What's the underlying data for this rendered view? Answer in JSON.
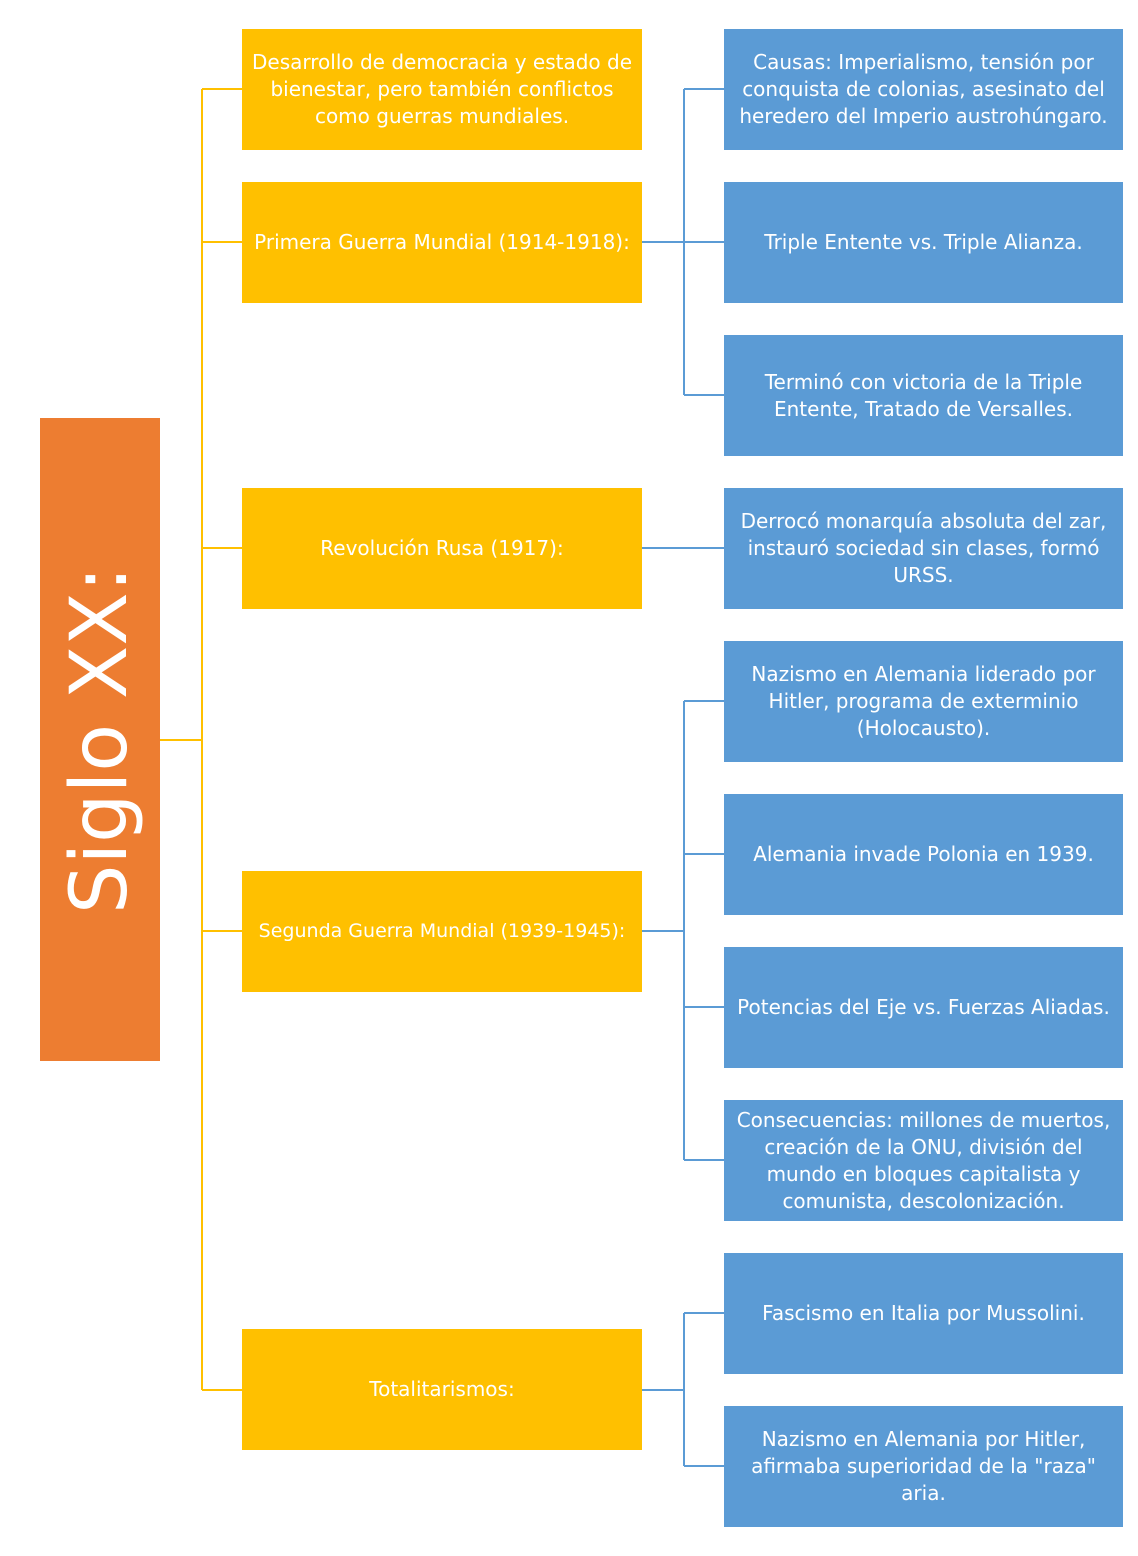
{
  "root": {
    "label": "Siglo XX:"
  },
  "colors": {
    "root": "#ED7D31",
    "branch": "#FFC000",
    "leaf": "#5B9BD5",
    "text": "#FFFFFF"
  },
  "branches": [
    {
      "label": "Desarrollo de democracia y estado de bienestar, pero también conflictos como guerras mundiales.",
      "children": []
    },
    {
      "label": "Primera Guerra Mundial (1914-1918):",
      "children": [
        "Causas: Imperialismo, tensión por conquista de colonias, asesinato del heredero del Imperio austrohúngaro.",
        "Triple Entente vs. Triple Alianza.",
        "Terminó con victoria de la Triple Entente, Tratado de Versalles."
      ]
    },
    {
      "label": "Revolución Rusa (1917):",
      "children": [
        "Derrocó monarquía absoluta del zar, instauró sociedad sin clases, formó URSS."
      ]
    },
    {
      "label": "Segunda Guerra Mundial (1939-1945):",
      "children": [
        "Nazismo en Alemania liderado por Hitler, programa de exterminio (Holocausto).",
        "Alemania invade Polonia en 1939.",
        "Potencias del Eje vs. Fuerzas Aliadas.",
        "Consecuencias: millones de muertos, creación de la ONU, división del mundo en bloques capitalista y comunista, descolonización."
      ]
    },
    {
      "label": "Totalitarismos:",
      "children": [
        "Fascismo en Italia por Mussolini.",
        "Nazismo en Alemania por Hitler, afirmaba superioridad de la \"raza\" aria."
      ]
    }
  ]
}
